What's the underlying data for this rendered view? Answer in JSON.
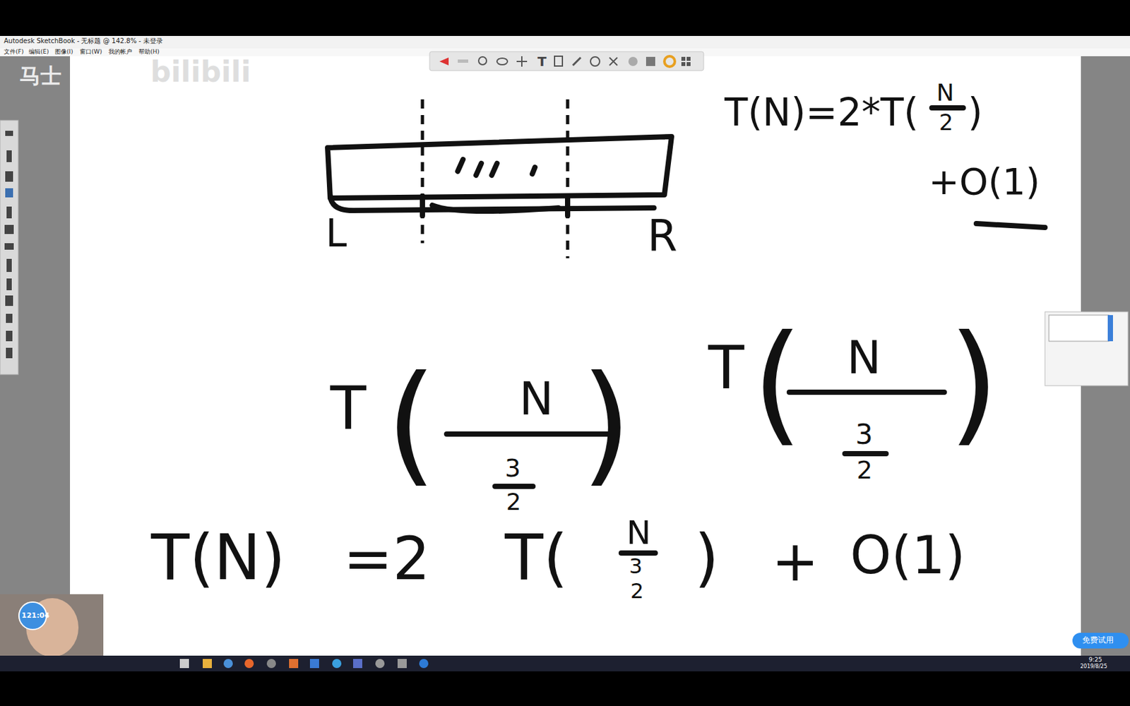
{
  "diagram": {
    "labels": [
      "Autodesk SketchBook - 无标题 @ 142.8% - 未登录",
      "文件(F)",
      "编辑(E)",
      "图像(I)",
      "窗口(W)",
      "我的帐户",
      "帮助(H)",
      "马士",
      "bilibili",
      "L",
      "R",
      "T(N)=2*T(",
      "N",
      "2",
      ")",
      "+O(1)",
      "T",
      "(",
      "N",
      "3",
      "2",
      ")",
      "T",
      "(",
      "N",
      "3",
      "2",
      ")",
      "T(N)",
      "=2",
      "T(",
      "N",
      "3",
      "2",
      ")",
      "+",
      "O(1)",
      "T",
      "121:04",
      "免费试用",
      "9:25",
      "2019/8/25"
    ]
  }
}
